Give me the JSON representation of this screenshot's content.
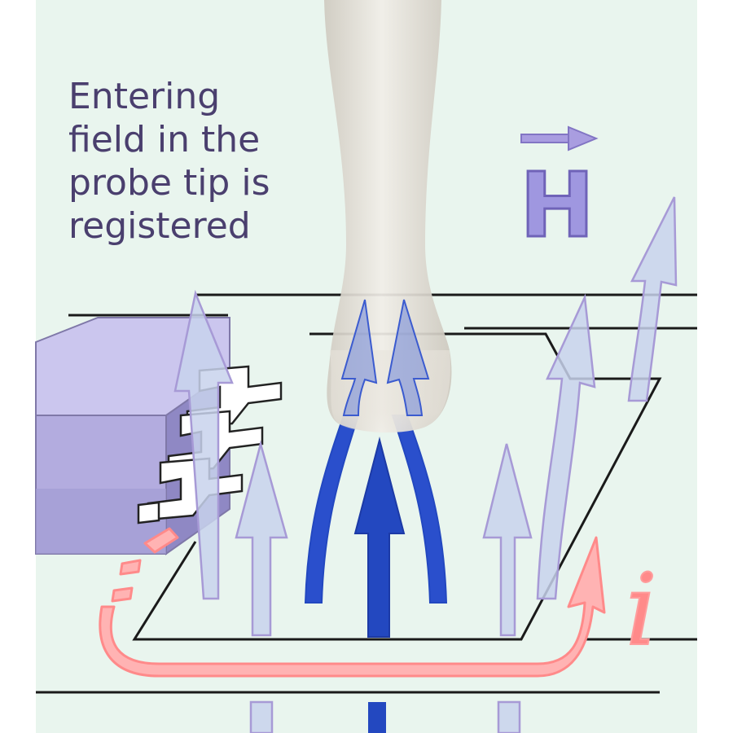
{
  "caption": {
    "lines": [
      "Entering",
      "field in the",
      "probe tip is",
      "registered"
    ]
  },
  "field_symbol": "H",
  "current_symbol": "i",
  "colors": {
    "background": "#e9f5ee",
    "caption_text": "#4a3f6e",
    "field_arrow_fill": "#c8d2ec",
    "field_arrow_stroke": "#a79ad6",
    "captured_field": "#2348c0",
    "current_arrow": "#ff9c9c",
    "chip_body": "#b9b3e4",
    "probe": "#e8e4dc",
    "trace_line": "#1a1a1a"
  }
}
